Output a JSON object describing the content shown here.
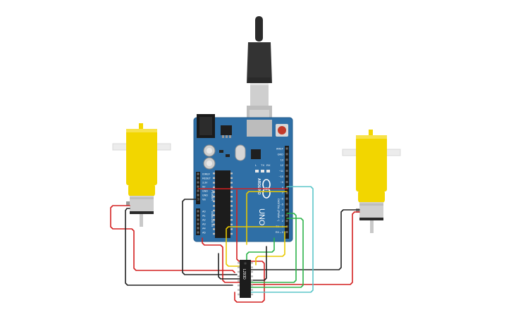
{
  "board": {
    "logo_text": "ARDUINO",
    "model_text": "UNO",
    "power_header_label": "POWER",
    "analog_header_label": "ANALOG IN",
    "digital_header_label": "DIGITAL (PWM ~)",
    "power_pins": [
      "IOREF",
      "RESET",
      "3.3V",
      "5V",
      "GND",
      "GND",
      "Vin"
    ],
    "analog_pins": [
      "A0",
      "A1",
      "A2",
      "A3",
      "A4",
      "A5"
    ],
    "digital_pins": [
      "AREF",
      "GND",
      "13",
      "12",
      "~11",
      "~10",
      "~9",
      "8",
      "7",
      "~6",
      "~5",
      "4",
      "~3",
      "2",
      "TX→1",
      "RX←0"
    ],
    "led_labels": [
      "L",
      "TX",
      "RX"
    ],
    "on_label": "ON"
  },
  "driver_ic": {
    "label": "L293D"
  },
  "colors": {
    "board_blue": "#2f6fa6",
    "motor_yellow": "#f2d600",
    "wire_red": "#d42020",
    "wire_black": "#222222",
    "wire_yellow": "#e8c800",
    "wire_green": "#2db34a",
    "wire_cyan": "#5bc6c9"
  }
}
